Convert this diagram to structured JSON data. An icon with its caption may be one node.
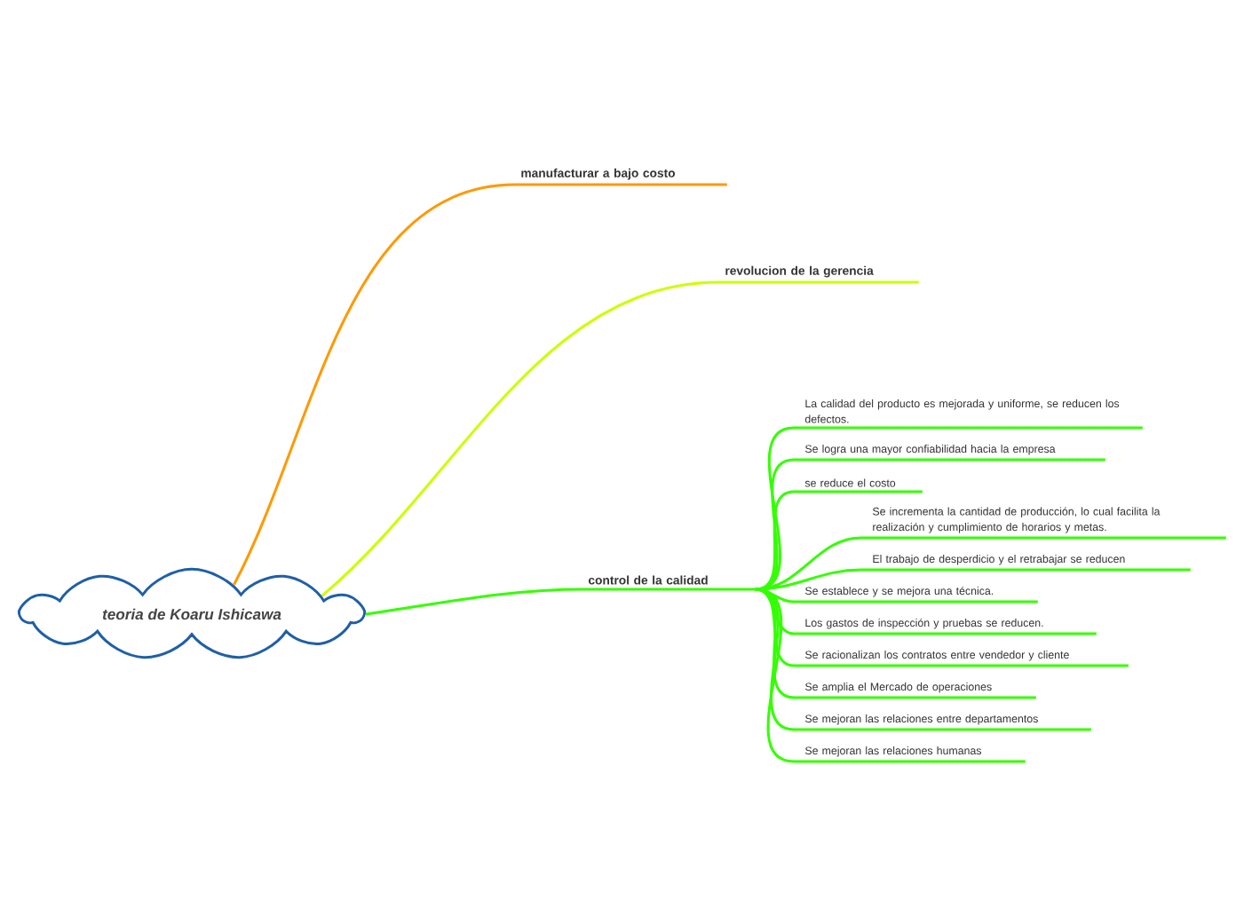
{
  "diagram": {
    "nodes": [
      {
        "text": [
          "teoria de Koaru Ishicawa"
        ]
      },
      {
        "text": [
          "manufacturar a bajo costo"
        ]
      },
      {
        "text": [
          "revolucion de la gerencia"
        ]
      },
      {
        "text": [
          "control de la calidad"
        ]
      },
      {
        "text": [
          "La calidad del producto es mejorada y uniforme, se reducen los defectos."
        ]
      },
      {
        "text": [
          "Se logra una mayor confiabilidad hacia la empresa"
        ]
      },
      {
        "text": [
          "se reduce el costo"
        ]
      },
      {
        "text": [
          "Se incrementa la cantidad de producción, lo cual facilita la realización y cumplimiento de horarios y metas."
        ]
      },
      {
        "text": [
          "El trabajo de desperdicio y el retrabajar se reducen"
        ]
      },
      {
        "text": [
          "Se establece y se mejora una técnica."
        ]
      },
      {
        "text": [
          "Los gastos de inspección y pruebas se reducen."
        ]
      },
      {
        "text": [
          "Se racionalizan los contratos entre vendedor y cliente"
        ]
      },
      {
        "text": [
          "Se amplia el Mercado de operaciones"
        ]
      },
      {
        "text": [
          "Se mejoran las relaciones entre departamentos"
        ]
      },
      {
        "text": [
          "Se mejoran las relaciones humanas"
        ]
      }
    ],
    "edges": [
      {
        "from": 0,
        "to": 1,
        "arrow": "none",
        "color": "#ff9900"
      },
      {
        "from": 0,
        "to": 2,
        "arrow": "none",
        "color": "#ccff00"
      },
      {
        "from": 0,
        "to": 3,
        "arrow": "none"
      },
      {
        "from": 3,
        "to": 4,
        "arrow": "none"
      },
      {
        "from": 3,
        "to": 5,
        "arrow": "none"
      },
      {
        "from": 3,
        "to": 6,
        "arrow": "none"
      },
      {
        "from": 3,
        "to": 7,
        "arrow": "none"
      },
      {
        "from": 3,
        "to": 8,
        "arrow": "none"
      },
      {
        "from": 3,
        "to": 9,
        "arrow": "none"
      },
      {
        "from": 3,
        "to": 10,
        "arrow": "none"
      },
      {
        "from": 3,
        "to": 11,
        "arrow": "none"
      },
      {
        "from": 3,
        "to": 12,
        "arrow": "none"
      },
      {
        "from": 3,
        "to": 13,
        "arrow": "none"
      },
      {
        "from": 3,
        "to": 14,
        "arrow": "none"
      }
    ]
  }
}
